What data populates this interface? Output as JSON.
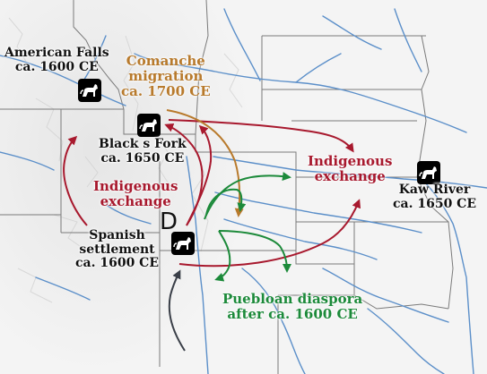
{
  "sites": {
    "american_falls": {
      "name": "American Falls",
      "date": "ca. 1600 CE"
    },
    "blacks_fork": {
      "name": "Black s Fork",
      "date": "ca. 1650 CE"
    },
    "kaw_river": {
      "name": "Kaw River",
      "date": "ca. 1650 CE"
    },
    "spanish": {
      "line1": "Spanish",
      "line2": "settlement",
      "date": "ca. 1600 CE"
    },
    "d_site": {
      "letter": "D"
    }
  },
  "routes": {
    "comanche": {
      "line1": "Comanche",
      "line2": "migration",
      "date": "ca. 1700 CE",
      "color": "#b87a2c"
    },
    "indigenous_west": {
      "line1": "Indigenous",
      "line2": "exchange",
      "color": "#a8192e"
    },
    "indigenous_east": {
      "line1": "Indigenous",
      "line2": "exchange",
      "color": "#a8192e"
    },
    "puebloan": {
      "line1": "Puebloan diaspora",
      "line2": "after ca. 1600 CE",
      "color": "#1c8a3a"
    },
    "southern_route_color": "#3a3f48"
  },
  "icons": {
    "site_marker": "horse-icon"
  },
  "colors": {
    "river": "#5b8fc9",
    "border": "#7a7a7a",
    "land": "#f4f4f4"
  }
}
